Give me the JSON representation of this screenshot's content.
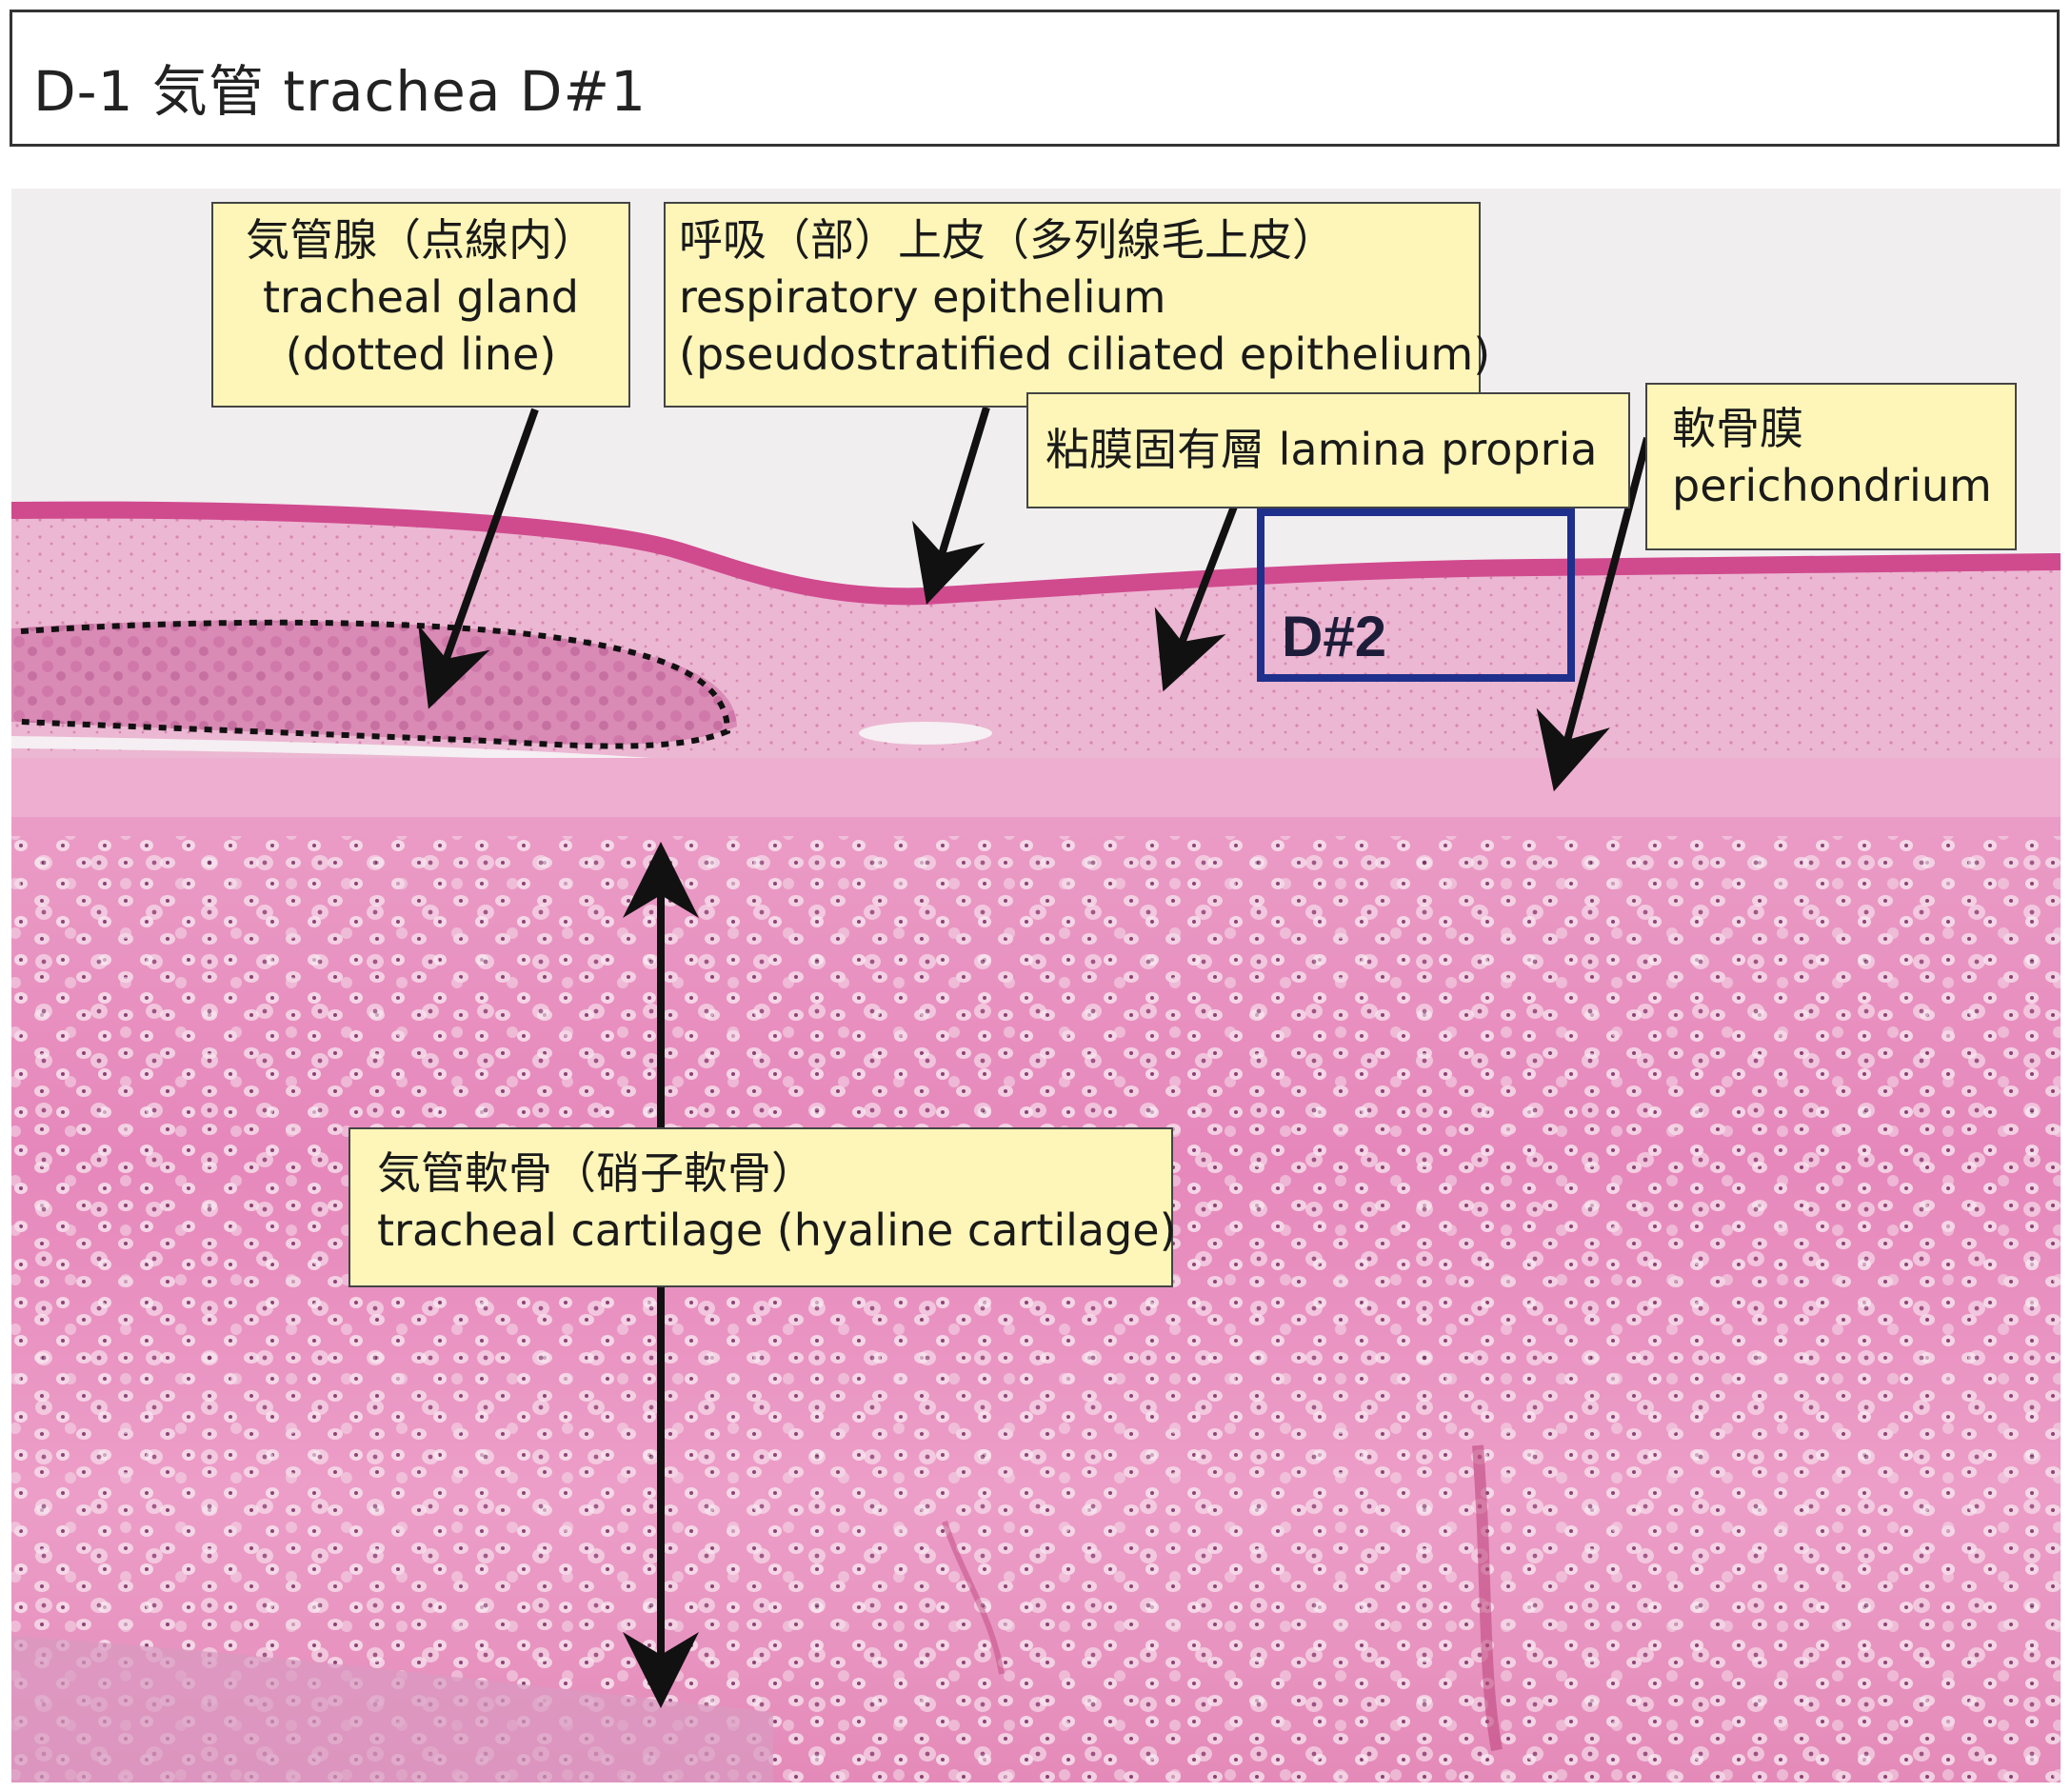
{
  "title": "D-1 気管 trachea D#1",
  "labels": {
    "gland": [
      "気管腺（点線内）",
      "tracheal gland",
      "(dotted line)"
    ],
    "epithelium": [
      "呼吸（部）上皮（多列線毛上皮）",
      "respiratory epithelium",
      "(pseudostratified ciliated epithelium)"
    ],
    "lamina": [
      "粘膜固有層 lamina propria"
    ],
    "perichondrium": [
      "軟骨膜",
      "perichondrium"
    ],
    "cartilage": [
      "気管軟骨（硝子軟骨）",
      " tracheal cartilage (hyaline cartilage)"
    ]
  },
  "region_box_label": "D#2",
  "colors": {
    "label_bg": "#fdf6b8",
    "tissue_pink": "#e58ab8",
    "epithelium_magenta": "#d04a8e",
    "box_blue": "#1f2f8c",
    "arrow": "#111111"
  }
}
